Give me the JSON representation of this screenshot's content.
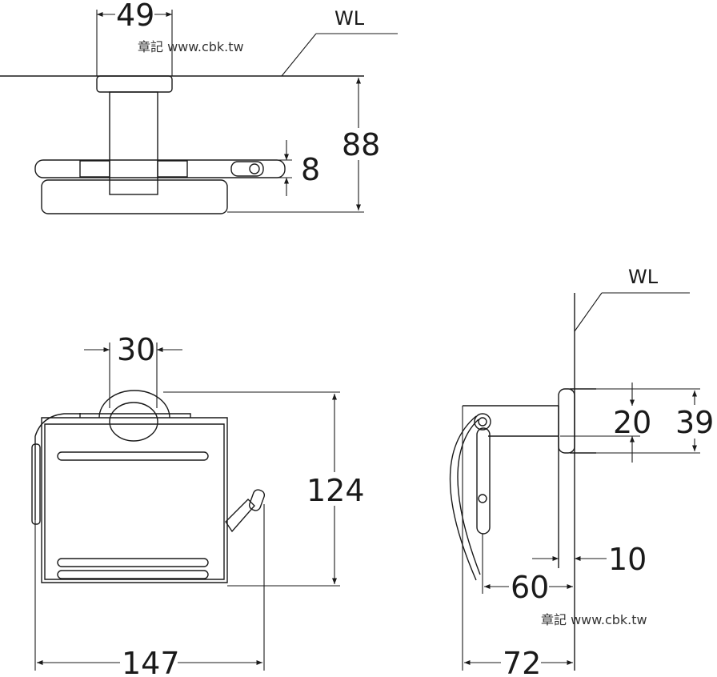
{
  "top_view": {
    "width_dim": "49",
    "height_dim": "88",
    "thickness_dim": "8",
    "wall_label": "WL"
  },
  "front_view": {
    "knob_dim": "30",
    "height_dim": "124",
    "width_dim": "147"
  },
  "side_view": {
    "wall_label": "WL",
    "dim_20": "20",
    "dim_39": "39",
    "dim_10": "10",
    "dim_60": "60",
    "depth_dim": "72"
  },
  "watermarks": [
    "章記 www.cbk.tw",
    "章記 www.cbk.tw"
  ]
}
